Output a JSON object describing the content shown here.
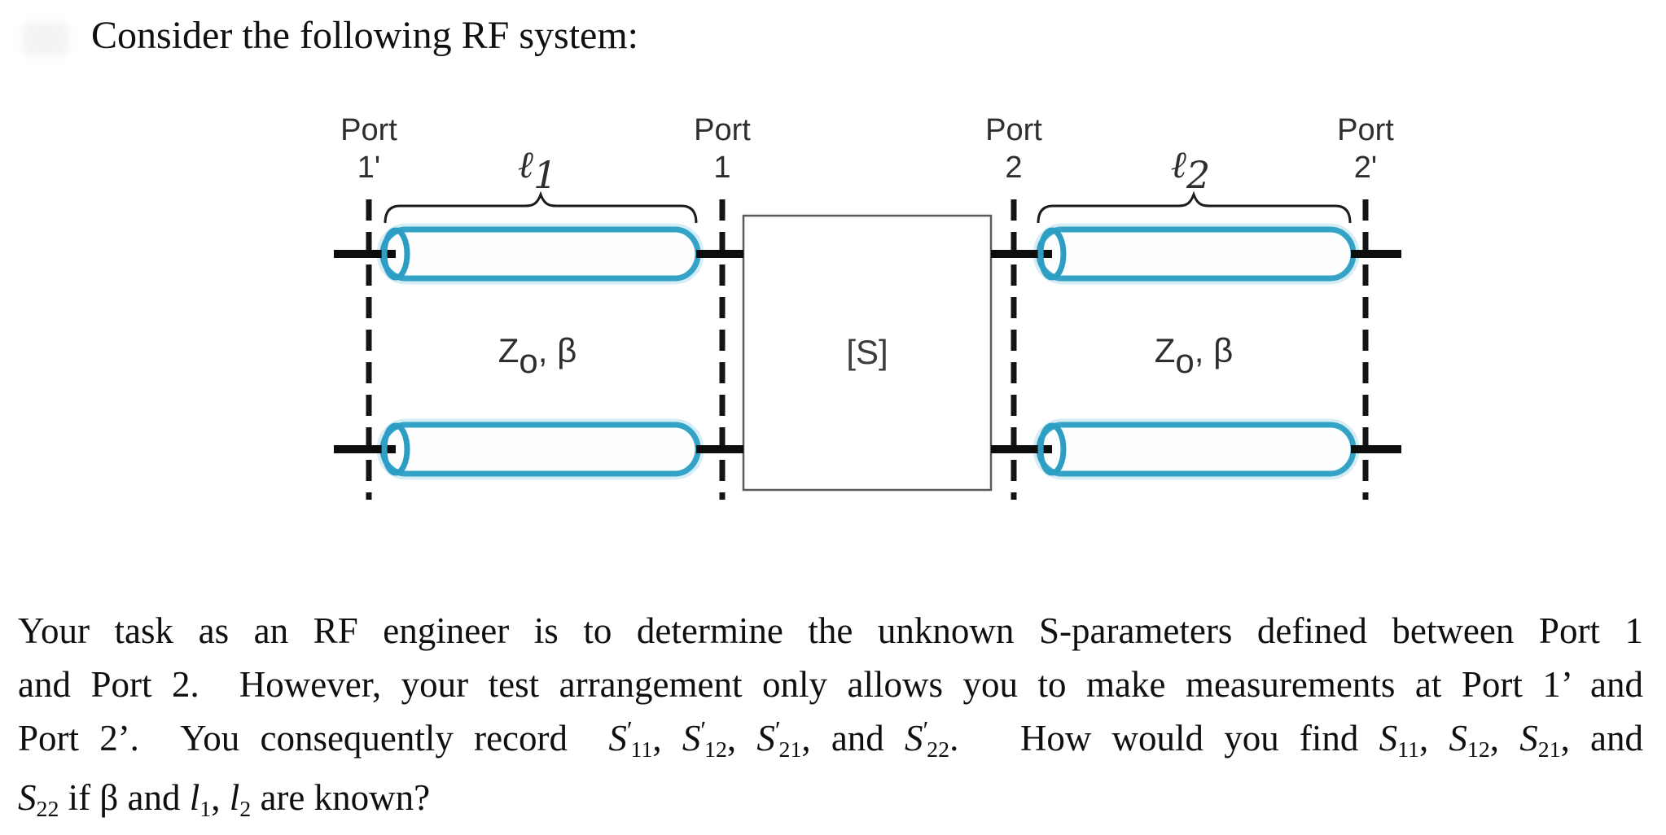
{
  "title": "Consider the following RF system:",
  "colors": {
    "cylinder_blue": "#35a3c7",
    "cylinder_glow": "#d6edf5",
    "line_black": "#141414",
    "box_gray": "#5a5a5a"
  },
  "diagram": {
    "sbox_label": "[S]",
    "ports": [
      {
        "word": "Port",
        "num": "1'"
      },
      {
        "word": "Port",
        "num": "1"
      },
      {
        "word": "Port",
        "num": "2"
      },
      {
        "word": "Port",
        "num": "2'"
      }
    ],
    "tlines": [
      {
        "len_sym": "ℓ",
        "len_sub": "1",
        "imp": "Z",
        "imp_sub": "o",
        "imp_rest": ", β"
      },
      {
        "len_sym": "ℓ",
        "len_sub": "2",
        "imp": "Z",
        "imp_sub": "o",
        "imp_rest": ", β"
      }
    ]
  },
  "paragraph": {
    "lines": [
      [
        {
          "t": "Your task as an RF engineer is to determine the unknown S-parameters defined between Port 1",
          "s": "n"
        }
      ],
      [
        {
          "t": "and Port 2.  However, your test arrangement only allows you to make measurements at Port 1’ and",
          "s": "n"
        }
      ],
      [
        {
          "t": "Port 2’.  You consequently record  ",
          "s": "n"
        },
        {
          "t": "S",
          "s": "i"
        },
        {
          "t": "′",
          "s": "p"
        },
        {
          "t": "11",
          "s": "s"
        },
        {
          "t": ", ",
          "s": "n"
        },
        {
          "t": "S",
          "s": "i"
        },
        {
          "t": "′",
          "s": "p"
        },
        {
          "t": "12",
          "s": "s"
        },
        {
          "t": ", ",
          "s": "n"
        },
        {
          "t": "S",
          "s": "i"
        },
        {
          "t": "′",
          "s": "p"
        },
        {
          "t": "21",
          "s": "s"
        },
        {
          "t": ", and ",
          "s": "n"
        },
        {
          "t": "S",
          "s": "i"
        },
        {
          "t": "′",
          "s": "p"
        },
        {
          "t": "22",
          "s": "s"
        },
        {
          "t": ".   How would you find ",
          "s": "n"
        },
        {
          "t": "S",
          "s": "i"
        },
        {
          "t": "11",
          "s": "s"
        },
        {
          "t": ", ",
          "s": "n"
        },
        {
          "t": "S",
          "s": "i"
        },
        {
          "t": "12",
          "s": "s"
        },
        {
          "t": ", ",
          "s": "n"
        },
        {
          "t": "S",
          "s": "i"
        },
        {
          "t": "21",
          "s": "s"
        },
        {
          "t": ", and",
          "s": "n"
        }
      ],
      [
        {
          "t": "S",
          "s": "i"
        },
        {
          "t": "22",
          "s": "s"
        },
        {
          "t": " if β and ",
          "s": "n"
        },
        {
          "t": "l",
          "s": "i"
        },
        {
          "t": "1",
          "s": "s"
        },
        {
          "t": ", ",
          "s": "n"
        },
        {
          "t": "l",
          "s": "i"
        },
        {
          "t": "2",
          "s": "s"
        },
        {
          "t": " are known?",
          "s": "n"
        }
      ]
    ]
  }
}
